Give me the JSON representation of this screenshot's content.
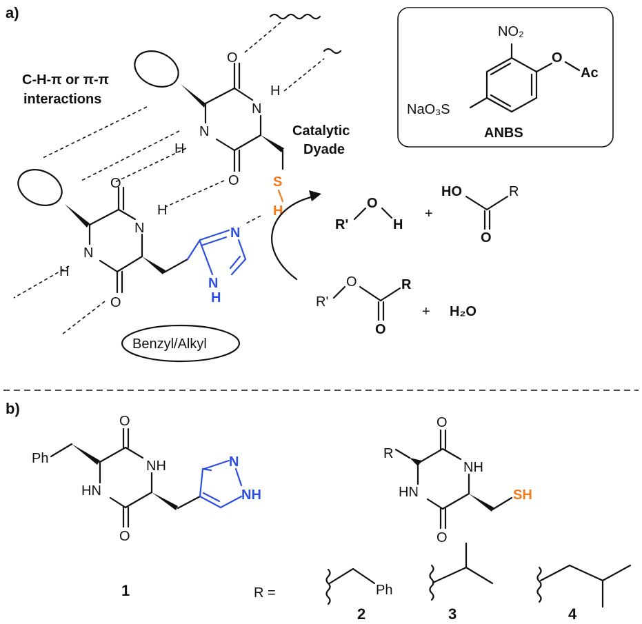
{
  "panel_a": {
    "label": "a)",
    "interactions": [
      "C-H-π or π-π",
      "interactions"
    ],
    "catalytic": [
      "Catalytic",
      "Dyade"
    ],
    "benzyl_alkyl": "Benzyl/Alkyl",
    "atoms": {
      "O": "O",
      "N": "N",
      "H": "H",
      "S": "S",
      "NH": "NH"
    },
    "product_alcohol": {
      "r": "R'",
      "o": "O",
      "h": "H"
    },
    "product_acid": {
      "ho": "HO",
      "r": "R",
      "o": "O"
    },
    "reactant_ester": {
      "r1": "R'",
      "o": "O",
      "r": "R",
      "o2": "O"
    },
    "plus": "+",
    "water": "H₂O"
  },
  "anbs": {
    "no2": "NO₂",
    "oac_o": "O",
    "oac_ac": "Ac",
    "naso3": "NaO₃S",
    "name": "ANBS"
  },
  "panel_b": {
    "label": "b)",
    "compound1": {
      "ph": "Ph",
      "nh1": "NH",
      "hn": "HN",
      "n": "N",
      "nh2": "NH",
      "o1": "O",
      "o2": "O",
      "number": "1"
    },
    "compound_sh": {
      "r": "R",
      "nh": "NH",
      "hn": "HN",
      "sh": "SH",
      "o1": "O",
      "o2": "O"
    },
    "r_equals": "R =",
    "substituents": [
      {
        "group": "Ph",
        "number": "2"
      },
      {
        "group": "",
        "number": "3"
      },
      {
        "group": "",
        "number": "4"
      }
    ]
  },
  "colors": {
    "imidazole": "#2a4fe0",
    "thiol": "#f07a1a"
  }
}
